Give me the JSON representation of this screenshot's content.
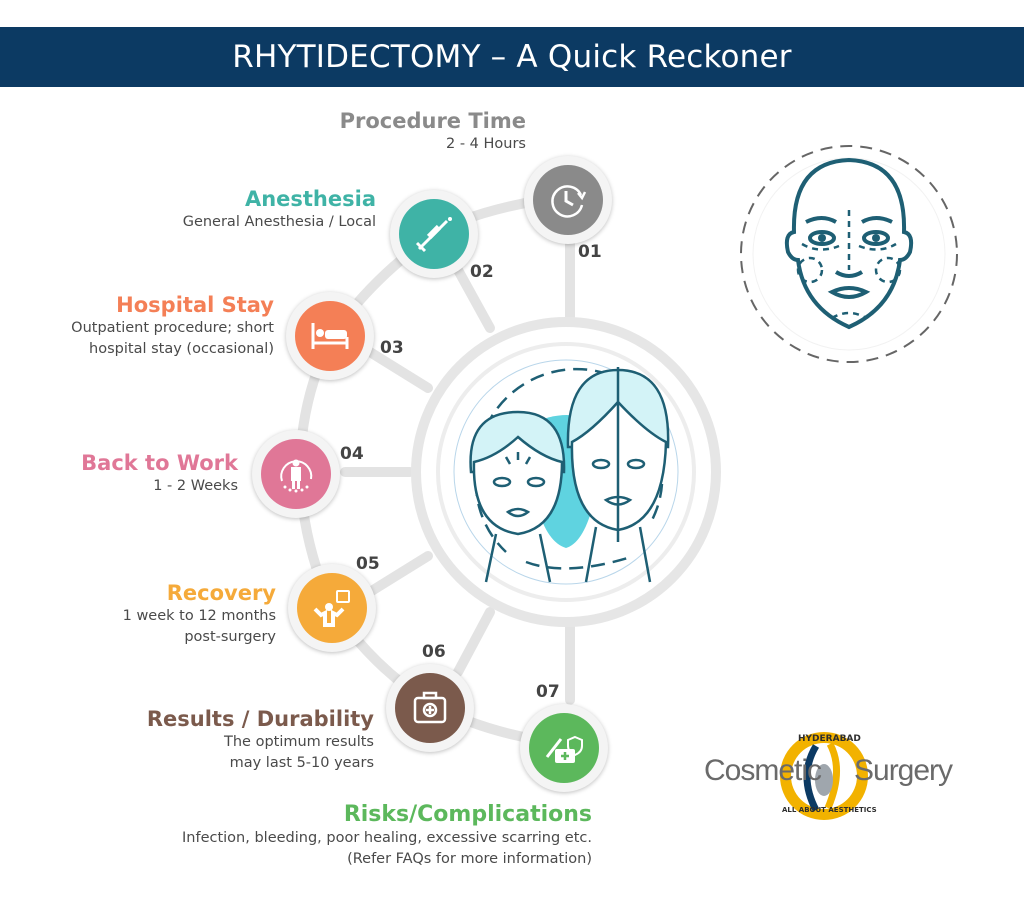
{
  "header": {
    "title": "RHYTIDECTOMY – A Quick Reckoner"
  },
  "items": [
    {
      "num": "01",
      "title": "Procedure Time",
      "desc": [
        "2 - 4 Hours"
      ],
      "color": "#8a8a8a",
      "icon": "clock-rotate-icon"
    },
    {
      "num": "02",
      "title": "Anesthesia",
      "desc": [
        "General Anesthesia / Local"
      ],
      "color": "#3fb3a6",
      "icon": "syringe-icon"
    },
    {
      "num": "03",
      "title": "Hospital Stay",
      "desc": [
        "Outpatient procedure; short",
        "hospital stay (occasional)"
      ],
      "color": "#f47f56",
      "icon": "hospital-bed-icon"
    },
    {
      "num": "04",
      "title": "Back to Work",
      "desc": [
        "1 - 2 Weeks"
      ],
      "color": "#e07797",
      "icon": "businessman-icon"
    },
    {
      "num": "05",
      "title": "Recovery",
      "desc": [
        "1 week to 12 months",
        "post-surgery"
      ],
      "color": "#f5aa3a",
      "icon": "person-calendar-icon"
    },
    {
      "num": "06",
      "title": "Results / Durability",
      "desc": [
        "The optimum results",
        "may last 5-10 years"
      ],
      "color": "#7b5a4c",
      "icon": "medical-kit-icon"
    },
    {
      "num": "07",
      "title": "Risks/Complications",
      "desc": [
        "Infection, bleeding, poor healing, excessive scarring etc.",
        "(Refer FAQs for more information)"
      ],
      "color": "#5cb85c",
      "icon": "syringe-shield-icon"
    }
  ],
  "logo": {
    "top_arc": "HYDERABAD",
    "left": "Cosmetic",
    "right": "Surgery",
    "bottom_arc": "ALL ABOUT AESTHETICS"
  },
  "colors": {
    "header_bg": "#0c3a63",
    "face_line": "#1e5f74",
    "face_fill": "#5fd3e0"
  }
}
